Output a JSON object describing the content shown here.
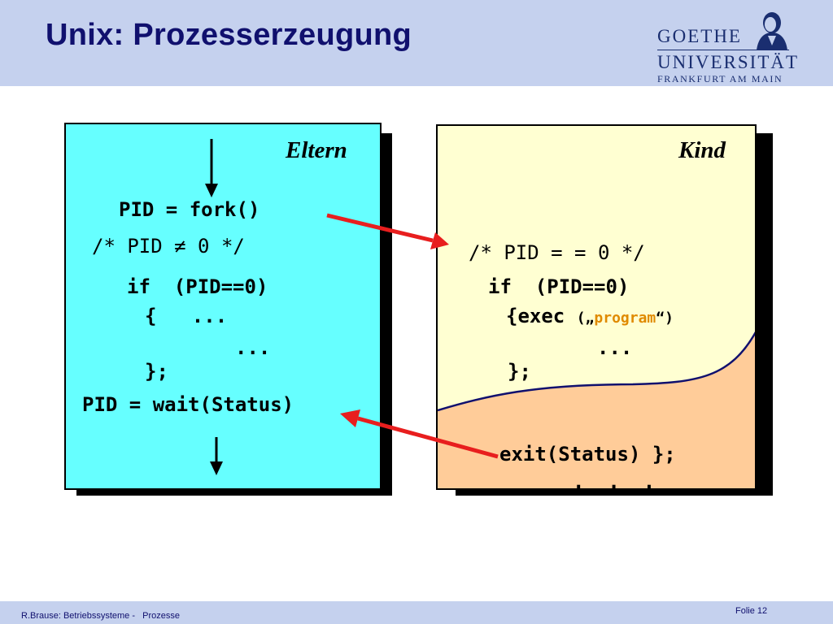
{
  "slide": {
    "title": "Unix: Prozesserzeugung"
  },
  "logo": {
    "line1": "GOETHE",
    "line2": "UNIVERSITÄT",
    "line3": "FRANKFURT AM MAIN"
  },
  "parent": {
    "label": "Eltern",
    "fork_line": "PID = fork()",
    "comment": "/* PID ≠ 0 */",
    "if_line": "if  (PID==0)",
    "brace_open": "{   ...",
    "dots": "...",
    "brace_close": "};",
    "wait_line": "PID = wait(Status)"
  },
  "child": {
    "label": "Kind",
    "comment": "/* PID = = 0 */",
    "if_line": "if  (PID==0)",
    "exec_prefix": "{exec ",
    "exec_open": "(„",
    "exec_program": "program",
    "exec_close": "“)",
    "dots": "...",
    "brace_close": "};",
    "exit_line": "exit(Status) };",
    "trailing_dots": ".  .  ."
  },
  "footer": {
    "left": "R.Brause: Betriebssysteme -   Prozesse",
    "right": "Folie 12"
  },
  "colors": {
    "header": "#c5d1ee",
    "title": "#10106e",
    "parent_bg": "#66ffff",
    "child_bg": "#ffffd2",
    "child_program_bg": "#ffcc99",
    "arrow": "#e81e1e",
    "program_text": "#e08a00"
  }
}
